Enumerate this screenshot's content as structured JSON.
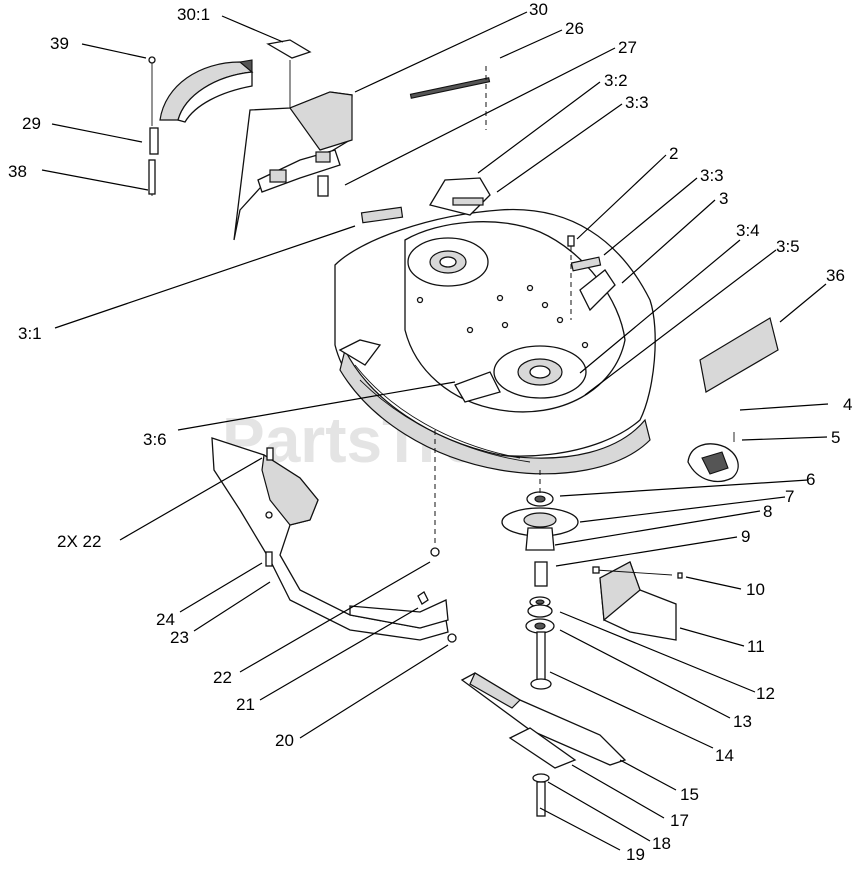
{
  "watermark": "PartsTree",
  "callouts": [
    {
      "id": "30:1",
      "text": "30:1"
    },
    {
      "id": "30",
      "text": "30"
    },
    {
      "id": "39",
      "text": "39"
    },
    {
      "id": "26",
      "text": "26"
    },
    {
      "id": "27",
      "text": "27"
    },
    {
      "id": "3:2",
      "text": "3:2"
    },
    {
      "id": "29",
      "text": "29"
    },
    {
      "id": "3:3a",
      "text": "3:3"
    },
    {
      "id": "38",
      "text": "38"
    },
    {
      "id": "2",
      "text": "2"
    },
    {
      "id": "3:3b",
      "text": "3:3"
    },
    {
      "id": "3",
      "text": "3"
    },
    {
      "id": "3:4",
      "text": "3:4"
    },
    {
      "id": "3:5",
      "text": "3:5"
    },
    {
      "id": "36",
      "text": "36"
    },
    {
      "id": "3:1",
      "text": "3:1"
    },
    {
      "id": "4",
      "text": "4"
    },
    {
      "id": "5",
      "text": "5"
    },
    {
      "id": "3:6",
      "text": "3:6"
    },
    {
      "id": "6",
      "text": "6"
    },
    {
      "id": "7",
      "text": "7"
    },
    {
      "id": "8",
      "text": "8"
    },
    {
      "id": "2x22",
      "text": "2X 22"
    },
    {
      "id": "9",
      "text": "9"
    },
    {
      "id": "10",
      "text": "10"
    },
    {
      "id": "24",
      "text": "24"
    },
    {
      "id": "23",
      "text": "23"
    },
    {
      "id": "11",
      "text": "11"
    },
    {
      "id": "22",
      "text": "22"
    },
    {
      "id": "12",
      "text": "12"
    },
    {
      "id": "21",
      "text": "21"
    },
    {
      "id": "13",
      "text": "13"
    },
    {
      "id": "20",
      "text": "20"
    },
    {
      "id": "14",
      "text": "14"
    },
    {
      "id": "15",
      "text": "15"
    },
    {
      "id": "17",
      "text": "17"
    },
    {
      "id": "18",
      "text": "18"
    },
    {
      "id": "19",
      "text": "19"
    }
  ]
}
